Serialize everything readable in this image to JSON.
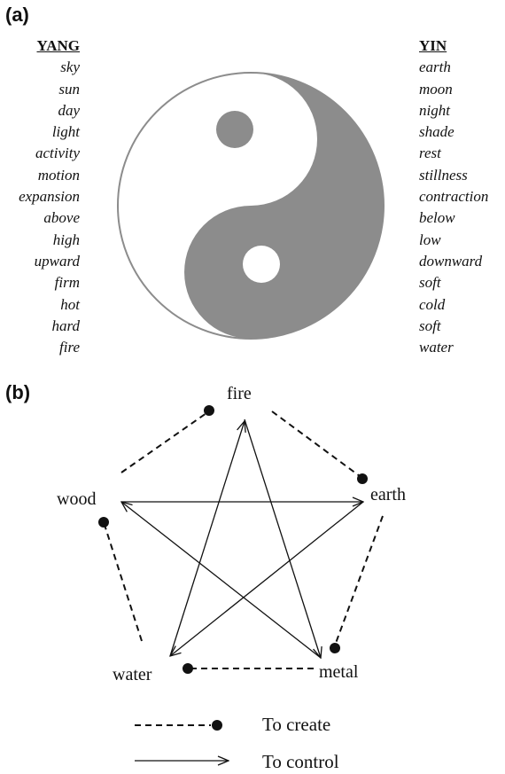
{
  "panel_a_label": "(a)",
  "panel_b_label": "(b)",
  "yang": {
    "heading": "YANG",
    "items": [
      "sky",
      "sun",
      "day",
      "light",
      "activity",
      "motion",
      "expansion",
      "above",
      "high",
      "upward",
      "firm",
      "hot",
      "hard",
      "fire"
    ]
  },
  "yin": {
    "heading": "YIN",
    "items": [
      "earth",
      "moon",
      "night",
      "shade",
      "rest",
      "stillness",
      "contraction",
      "below",
      "low",
      "downward",
      "soft",
      "cold",
      "soft",
      "water"
    ]
  },
  "elements": {
    "fire": "fire",
    "earth": "earth",
    "metal": "metal",
    "water": "water",
    "wood": "wood"
  },
  "legend": {
    "create": "To create",
    "control": "To control"
  },
  "colors": {
    "yin_fill": "#8c8c8c",
    "outline": "#8c8c8c",
    "line": "#111111"
  }
}
